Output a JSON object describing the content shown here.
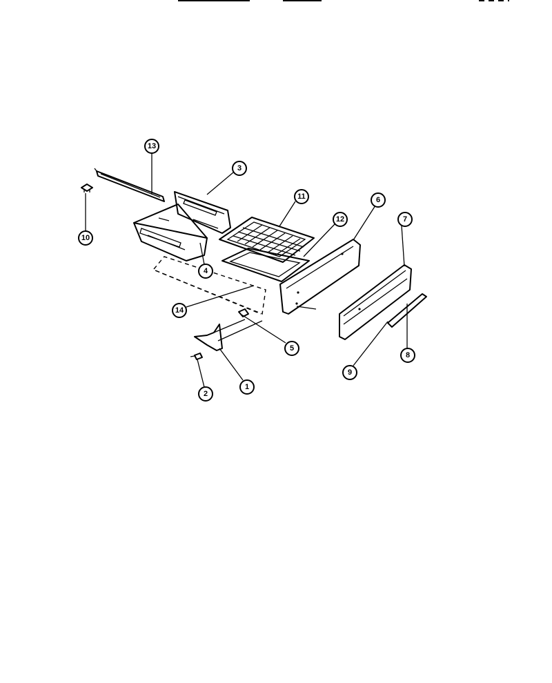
{
  "diagram": {
    "callouts": [
      {
        "id": "c13",
        "label": "13"
      },
      {
        "id": "c3",
        "label": "3"
      },
      {
        "id": "c10",
        "label": "10"
      },
      {
        "id": "c11",
        "label": "11"
      },
      {
        "id": "c12",
        "label": "12"
      },
      {
        "id": "c6",
        "label": "6"
      },
      {
        "id": "c7",
        "label": "7"
      },
      {
        "id": "c4",
        "label": "4"
      },
      {
        "id": "c14",
        "label": "14"
      },
      {
        "id": "c5",
        "label": "5"
      },
      {
        "id": "c8",
        "label": "8"
      },
      {
        "id": "c9",
        "label": "9"
      },
      {
        "id": "c1",
        "label": "1"
      },
      {
        "id": "c2",
        "label": "2"
      }
    ]
  }
}
